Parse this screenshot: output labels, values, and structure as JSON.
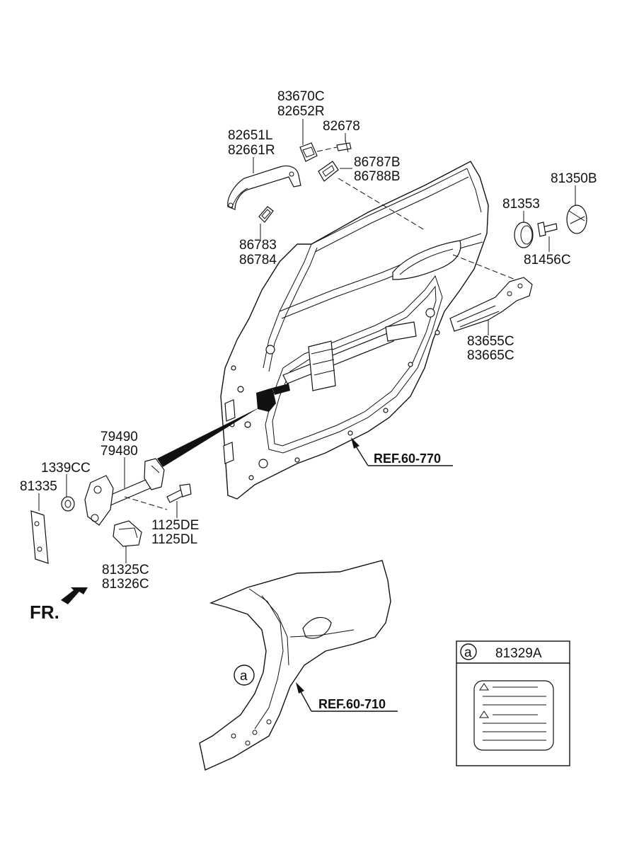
{
  "labels": {
    "p83670C": "83670C",
    "p82652R": "82652R",
    "p82678": "82678",
    "p82651L": "82651L",
    "p82661R": "82661R",
    "p86787B": "86787B",
    "p86788B": "86788B",
    "p81350B": "81350B",
    "p81353": "81353",
    "p81456C": "81456C",
    "p86783": "86783",
    "p86784": "86784",
    "p83655C": "83655C",
    "p83665C": "83665C",
    "p79490": "79490",
    "p79480": "79480",
    "p1339CC": "1339CC",
    "p81335": "81335",
    "p1125DE": "1125DE",
    "p1125DL": "1125DL",
    "p81325C": "81325C",
    "p81326C": "81326C",
    "p81329A": "81329A"
  },
  "refs": {
    "door": "REF.60-770",
    "quarter": "REF.60-710"
  },
  "front_indicator": "FR.",
  "callout_letter": "a",
  "colors": {
    "ink": "#111111",
    "background": "#ffffff"
  }
}
